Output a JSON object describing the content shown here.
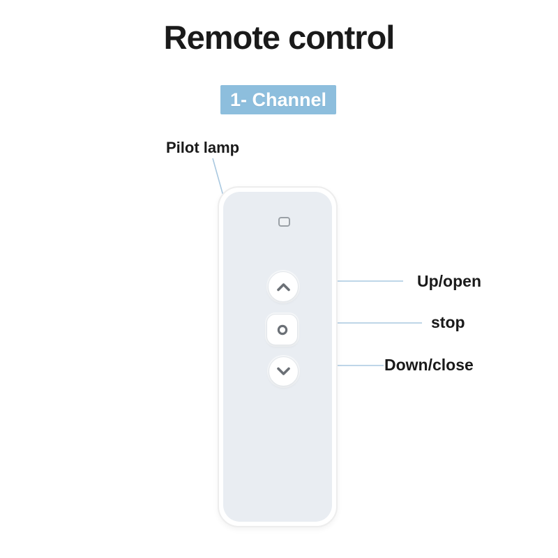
{
  "header": {
    "title": "Remote control",
    "badge": "1- Channel"
  },
  "remote": {
    "pilot_lamp_label": "Pilot lamp",
    "buttons": [
      {
        "id": "up",
        "icon": "chevron-up-icon",
        "label": "Up/open"
      },
      {
        "id": "stop",
        "icon": "circle-icon",
        "label": "stop"
      },
      {
        "id": "down",
        "icon": "chevron-down-icon",
        "label": "Down/close"
      }
    ]
  },
  "colors": {
    "badge_bg": "#8dbedd",
    "badge_text": "#ffffff",
    "leader_line": "#a9c8e0",
    "leader_dot": "#5b9bd5",
    "remote_panel": "#e9edf2",
    "button_glyph": "#6b7076",
    "text": "#1a1a1a",
    "background": "#ffffff"
  }
}
